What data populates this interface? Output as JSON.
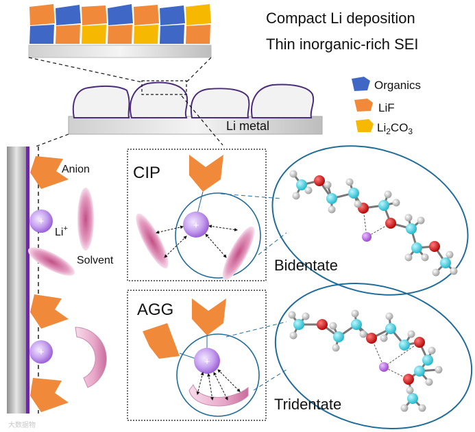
{
  "header": {
    "line1": "Compact Li deposition",
    "line2": "Thin inorganic-rich SEI"
  },
  "legend": {
    "items": [
      {
        "label": "Organics",
        "color": "#3f67c6",
        "icon": "organics-swatch-icon"
      },
      {
        "label": "LiF",
        "color": "#f08a3a",
        "icon": "lif-swatch-icon"
      },
      {
        "label": "Li2CO3",
        "color": "#f6b800",
        "icon": "li2co3-swatch-icon"
      }
    ]
  },
  "substrate": {
    "label": "Li metal"
  },
  "left_panel": {
    "anion_label": "Anion",
    "li_label": "Li",
    "li_sup": "+",
    "solvent_label": "Solvent"
  },
  "cip_panel": {
    "label": "CIP",
    "coordination": "Bidentate",
    "coordination_color": "#111111"
  },
  "agg_panel": {
    "label": "AGG",
    "coordination": "Tridentate",
    "coordination_color": "#a01818"
  },
  "watermark": {
    "text": "大数据物"
  },
  "colors": {
    "anion": "#f08a3a",
    "solvent": "#d46b9b",
    "li_ion": "#b07ee0",
    "circle_stroke": "#1f6b9a",
    "carbon": "#2bd6e6",
    "oxygen": "#d11515",
    "hydrogen": "#dcdcdc",
    "lithium_atom": "#b75fe0",
    "sei_outline": "#4b2c7a"
  }
}
